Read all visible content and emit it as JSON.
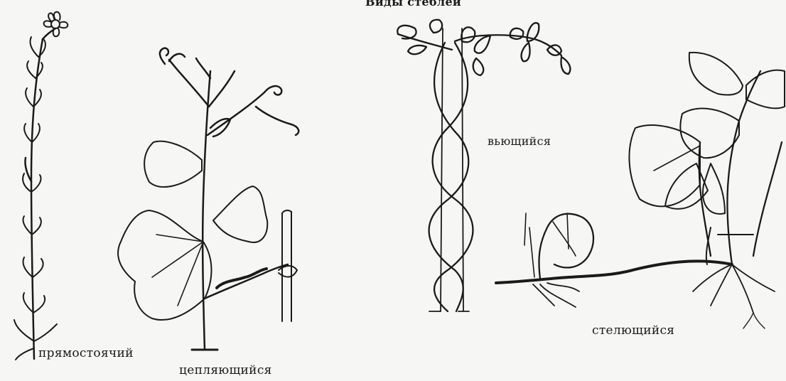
{
  "title": "Виды стеблей",
  "labels": {
    "erect": "прямостоячий",
    "climbing": "цепляющийся",
    "twining": "вьющийся",
    "creeping": "стелющийся"
  },
  "colors": {
    "ink": "#1a1a1a",
    "paper": "#f6f6f4"
  }
}
